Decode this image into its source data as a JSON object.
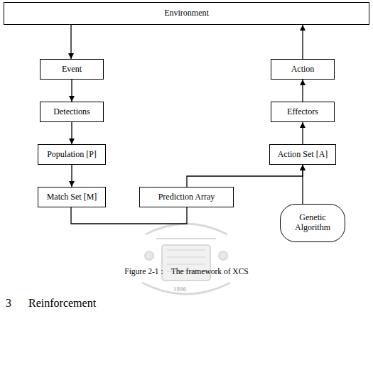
{
  "diagram": {
    "caption": "Figure 2-1 :    The framework of XCS",
    "nodes": [
      {
        "text": [
          "Environment"
        ]
      },
      {
        "text": [
          "Event"
        ]
      },
      {
        "text": [
          "Action"
        ]
      },
      {
        "text": [
          "Detections"
        ]
      },
      {
        "text": [
          "Effectors"
        ]
      },
      {
        "text": [
          "Population [P]"
        ]
      },
      {
        "text": [
          "Action Set [A]"
        ]
      },
      {
        "text": [
          "Match Set [M]"
        ]
      },
      {
        "text": [
          "Prediction Array"
        ]
      },
      {
        "text": [
          "Genetic Algorithm"
        ]
      }
    ],
    "edges": [
      {
        "from": 0,
        "to": 1,
        "arrow": "to"
      },
      {
        "from": 1,
        "to": 3,
        "arrow": "to"
      },
      {
        "from": 3,
        "to": 5,
        "arrow": "to"
      },
      {
        "from": 5,
        "to": 7,
        "arrow": "to"
      },
      {
        "from": 7,
        "to": 8,
        "arrow": "to"
      },
      {
        "from": 8,
        "to": 6,
        "arrow": "to"
      },
      {
        "from": 9,
        "to": 6,
        "arrow": "to"
      },
      {
        "from": 6,
        "to": 4,
        "arrow": "to"
      },
      {
        "from": 4,
        "to": 2,
        "arrow": "to"
      },
      {
        "from": 2,
        "to": 0,
        "arrow": "to"
      }
    ],
    "labels": [
      "3",
      "Reinforcement",
      "1896"
    ]
  }
}
